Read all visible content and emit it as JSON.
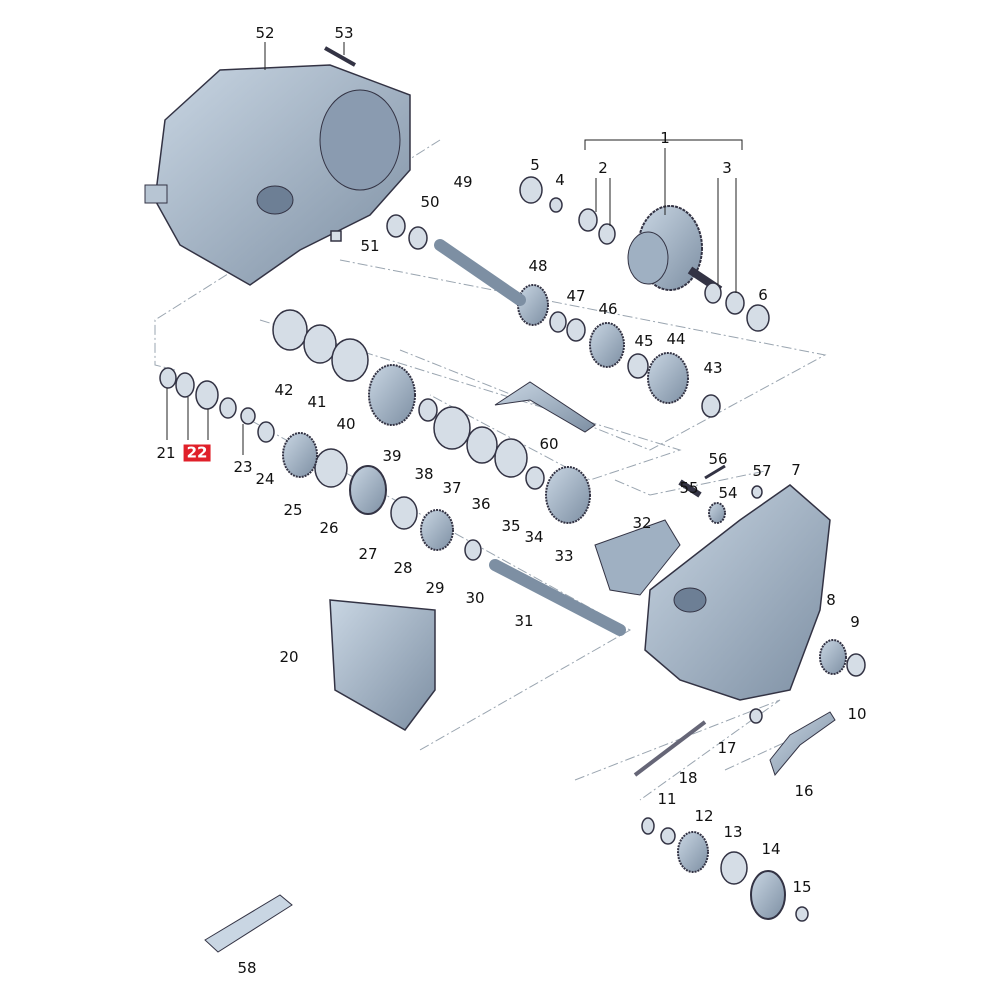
{
  "highlight_color": "#e0202a",
  "highlighted_part": "22",
  "callouts": [
    {
      "id": "52",
      "text": "52"
    },
    {
      "id": "53",
      "text": "53"
    },
    {
      "id": "1",
      "text": "1"
    },
    {
      "id": "5",
      "text": "5"
    },
    {
      "id": "4",
      "text": "4"
    },
    {
      "id": "2",
      "text": "2"
    },
    {
      "id": "3",
      "text": "3"
    },
    {
      "id": "49",
      "text": "49"
    },
    {
      "id": "50",
      "text": "50"
    },
    {
      "id": "51",
      "text": "51"
    },
    {
      "id": "48",
      "text": "48"
    },
    {
      "id": "47",
      "text": "47"
    },
    {
      "id": "46",
      "text": "46"
    },
    {
      "id": "6",
      "text": "6"
    },
    {
      "id": "45",
      "text": "45"
    },
    {
      "id": "44",
      "text": "44"
    },
    {
      "id": "43",
      "text": "43"
    },
    {
      "id": "42",
      "text": "42"
    },
    {
      "id": "41",
      "text": "41"
    },
    {
      "id": "40",
      "text": "40"
    },
    {
      "id": "39",
      "text": "39"
    },
    {
      "id": "38",
      "text": "38"
    },
    {
      "id": "37",
      "text": "37"
    },
    {
      "id": "36",
      "text": "36"
    },
    {
      "id": "60",
      "text": "60"
    },
    {
      "id": "35",
      "text": "35"
    },
    {
      "id": "34",
      "text": "34"
    },
    {
      "id": "33",
      "text": "33"
    },
    {
      "id": "32",
      "text": "32"
    },
    {
      "id": "21",
      "text": "21"
    },
    {
      "id": "22",
      "text": "22"
    },
    {
      "id": "23",
      "text": "23"
    },
    {
      "id": "24",
      "text": "24"
    },
    {
      "id": "25",
      "text": "25"
    },
    {
      "id": "26",
      "text": "26"
    },
    {
      "id": "27",
      "text": "27"
    },
    {
      "id": "28",
      "text": "28"
    },
    {
      "id": "29",
      "text": "29"
    },
    {
      "id": "30",
      "text": "30"
    },
    {
      "id": "31",
      "text": "31"
    },
    {
      "id": "56",
      "text": "56"
    },
    {
      "id": "57",
      "text": "57"
    },
    {
      "id": "7",
      "text": "7"
    },
    {
      "id": "55",
      "text": "55"
    },
    {
      "id": "54",
      "text": "54"
    },
    {
      "id": "8",
      "text": "8"
    },
    {
      "id": "9",
      "text": "9"
    },
    {
      "id": "20",
      "text": "20"
    },
    {
      "id": "10",
      "text": "10"
    },
    {
      "id": "17",
      "text": "17"
    },
    {
      "id": "18",
      "text": "18"
    },
    {
      "id": "16",
      "text": "16"
    },
    {
      "id": "11",
      "text": "11"
    },
    {
      "id": "12",
      "text": "12"
    },
    {
      "id": "13",
      "text": "13"
    },
    {
      "id": "14",
      "text": "14"
    },
    {
      "id": "15",
      "text": "15"
    },
    {
      "id": "58",
      "text": "58"
    }
  ]
}
